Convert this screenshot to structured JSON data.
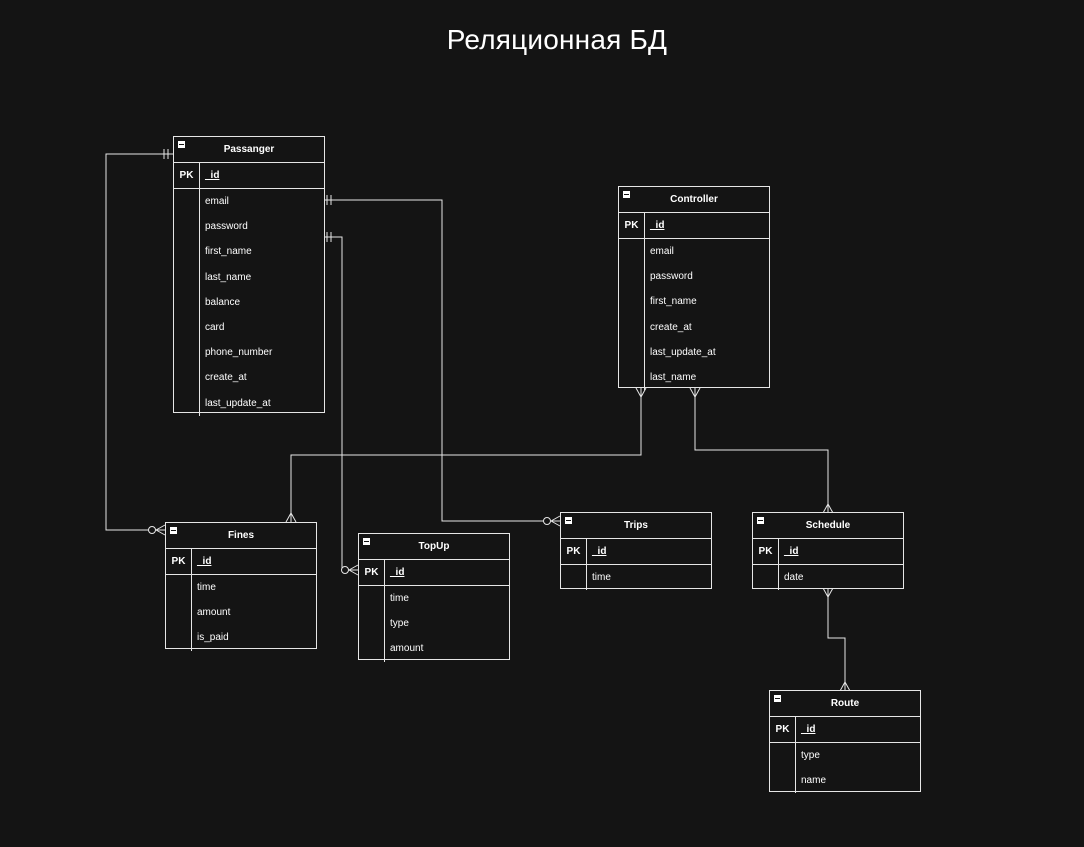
{
  "title": "Реляционная БД",
  "pk_label": "PK",
  "entities": {
    "passanger": {
      "name": "Passanger",
      "pk": "_id",
      "fields": [
        "email",
        "password",
        "first_name",
        "last_name",
        "balance",
        "card",
        "phone_number",
        "create_at",
        "last_update_at"
      ]
    },
    "controller": {
      "name": "Controller",
      "pk": "_id",
      "fields": [
        "email",
        "password",
        "first_name",
        "create_at",
        "last_update_at",
        "last_name"
      ]
    },
    "fines": {
      "name": "Fines",
      "pk": "_id",
      "fields": [
        "time",
        "amount",
        "is_paid"
      ]
    },
    "topup": {
      "name": "TopUp",
      "pk": "_id",
      "fields": [
        "time",
        "type",
        "amount"
      ]
    },
    "trips": {
      "name": "Trips",
      "pk": "_id",
      "fields": [
        "time"
      ]
    },
    "schedule": {
      "name": "Schedule",
      "pk": "_id",
      "fields": [
        "date"
      ]
    },
    "route": {
      "name": "Route",
      "pk": "_id",
      "fields": [
        "type",
        "name"
      ]
    }
  },
  "relationships": [
    {
      "from": "Passanger",
      "to": "Fines",
      "from_end": "one-and-only-one",
      "to_end": "zero-or-many"
    },
    {
      "from": "Passanger",
      "to": "Trips",
      "from_end": "one-and-only-one",
      "to_end": "zero-or-many"
    },
    {
      "from": "Passanger",
      "to": "TopUp",
      "from_end": "one-and-only-one",
      "to_end": "zero-or-many"
    },
    {
      "from": "Controller",
      "to": "Fines",
      "from_end": "many",
      "to_end": "many"
    },
    {
      "from": "Controller",
      "to": "Schedule",
      "from_end": "many",
      "to_end": "many"
    },
    {
      "from": "Schedule",
      "to": "Route",
      "from_end": "many",
      "to_end": "many"
    }
  ],
  "colors": {
    "background": "#141414",
    "stroke": "#e6e6e6",
    "text": "#ffffff"
  }
}
